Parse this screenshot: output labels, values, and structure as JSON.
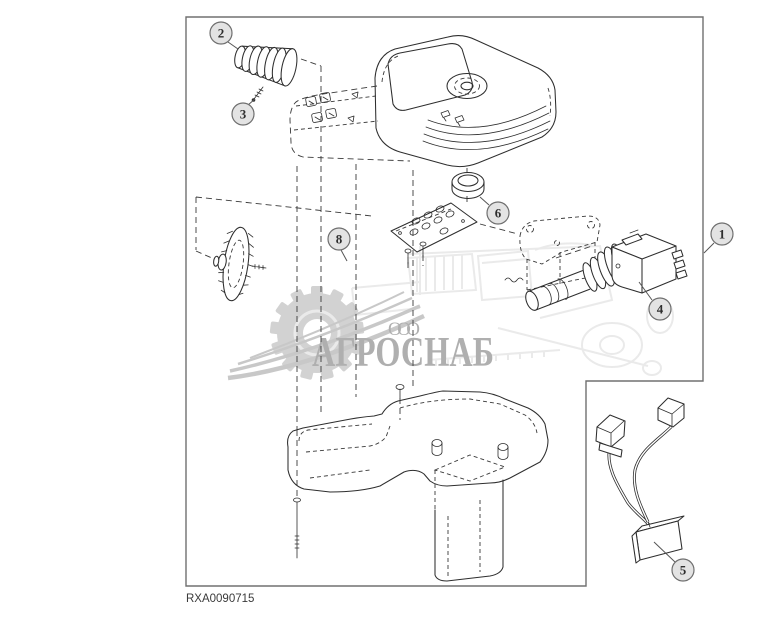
{
  "figure": {
    "code": "RXA0090715"
  },
  "callouts": {
    "c1": {
      "label": "1"
    },
    "c2": {
      "label": "2"
    },
    "c3": {
      "label": "3"
    },
    "c4": {
      "label": "4"
    },
    "c5": {
      "label": "5"
    },
    "c6": {
      "label": "6"
    },
    "c8": {
      "label": "8"
    }
  },
  "watermark": {
    "org_type": "ООО",
    "company": "АГРОСНАБ"
  },
  "colors": {
    "line_art": "#2e2e2e",
    "frame": "#707070",
    "callout_fill": "#e3e3e3",
    "callout_stroke": "#6f6f6f",
    "watermark_text": "#9c9c9c",
    "watermark_art": "#c9c9c9"
  }
}
